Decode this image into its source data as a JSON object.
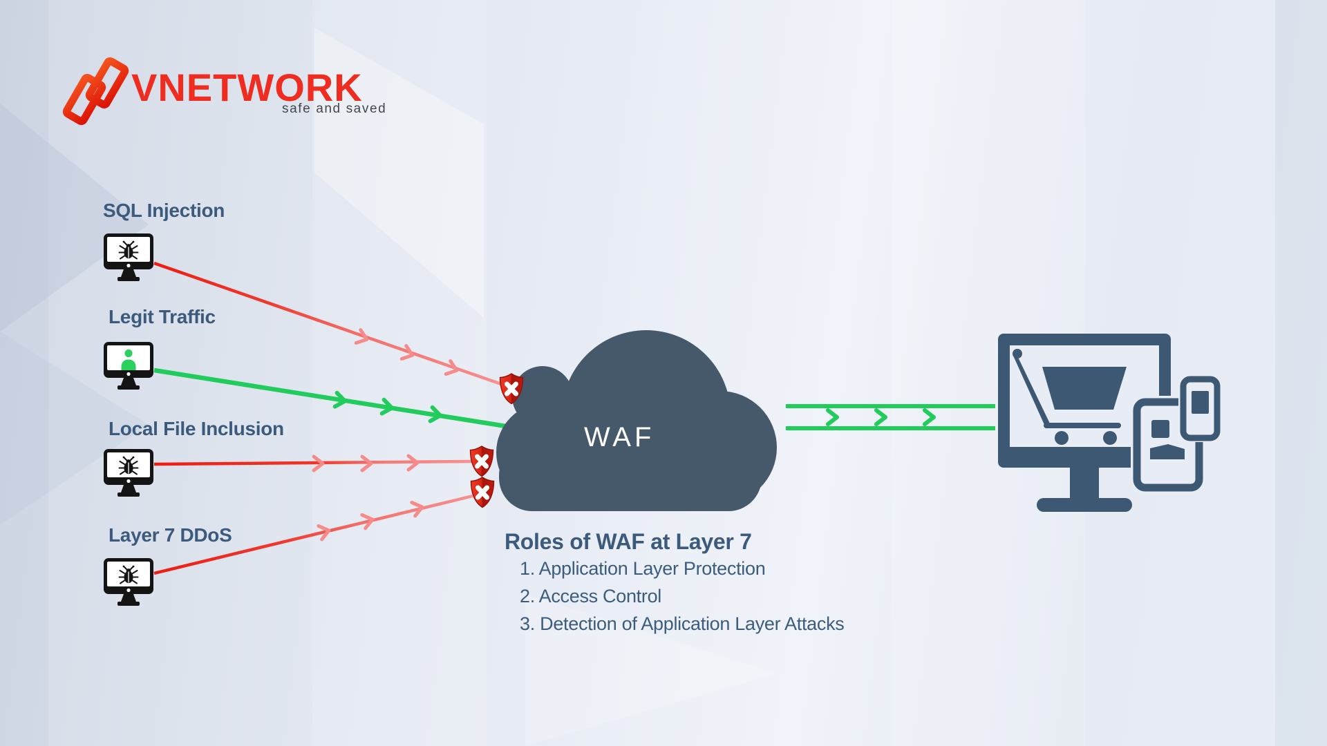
{
  "brand": {
    "name": "VNETWORK",
    "tagline": "safe and saved",
    "logo_icon": "interlocked-links-logo-icon",
    "logo_red": "#ee2c1f",
    "tagline_color": "#43474c"
  },
  "traffic_sources": [
    {
      "label": "SQL Injection",
      "type": "attack",
      "icon": "bug-monitor-icon",
      "result": "blocked"
    },
    {
      "label": "Legit Traffic",
      "type": "legitimate",
      "icon": "user-monitor-icon",
      "result": "allowed"
    },
    {
      "label": "Local File Inclusion",
      "type": "attack",
      "icon": "bug-monitor-icon",
      "result": "blocked"
    },
    {
      "label": "Layer 7 DDoS",
      "type": "attack",
      "icon": "bug-monitor-icon",
      "result": "blocked"
    }
  ],
  "waf": {
    "label": "WAF",
    "cloud_icon": "waf-cloud-icon",
    "block_icon": "shield-x-icon",
    "blocked_shields_visible": 3
  },
  "destination": {
    "icons": [
      "ecommerce-cart-monitor-icon",
      "tablet-icon",
      "smartphone-icon"
    ]
  },
  "roles": {
    "title": "Roles of WAF at Layer 7",
    "items": [
      "1. Application Layer Protection",
      "2. Access Control",
      "3. Detection of Application Layer Attacks"
    ]
  },
  "colors": {
    "attack_line_start": "#ee1d13",
    "attack_line_end": "#f79191",
    "legit_line": "#21cb5c",
    "cloud": "#46596b",
    "devices": "#3d5872",
    "shield_red": "#d92414",
    "label_text": "#3b5a7c",
    "background_left": "#d3dae6",
    "background_center": "#edf1f8"
  }
}
